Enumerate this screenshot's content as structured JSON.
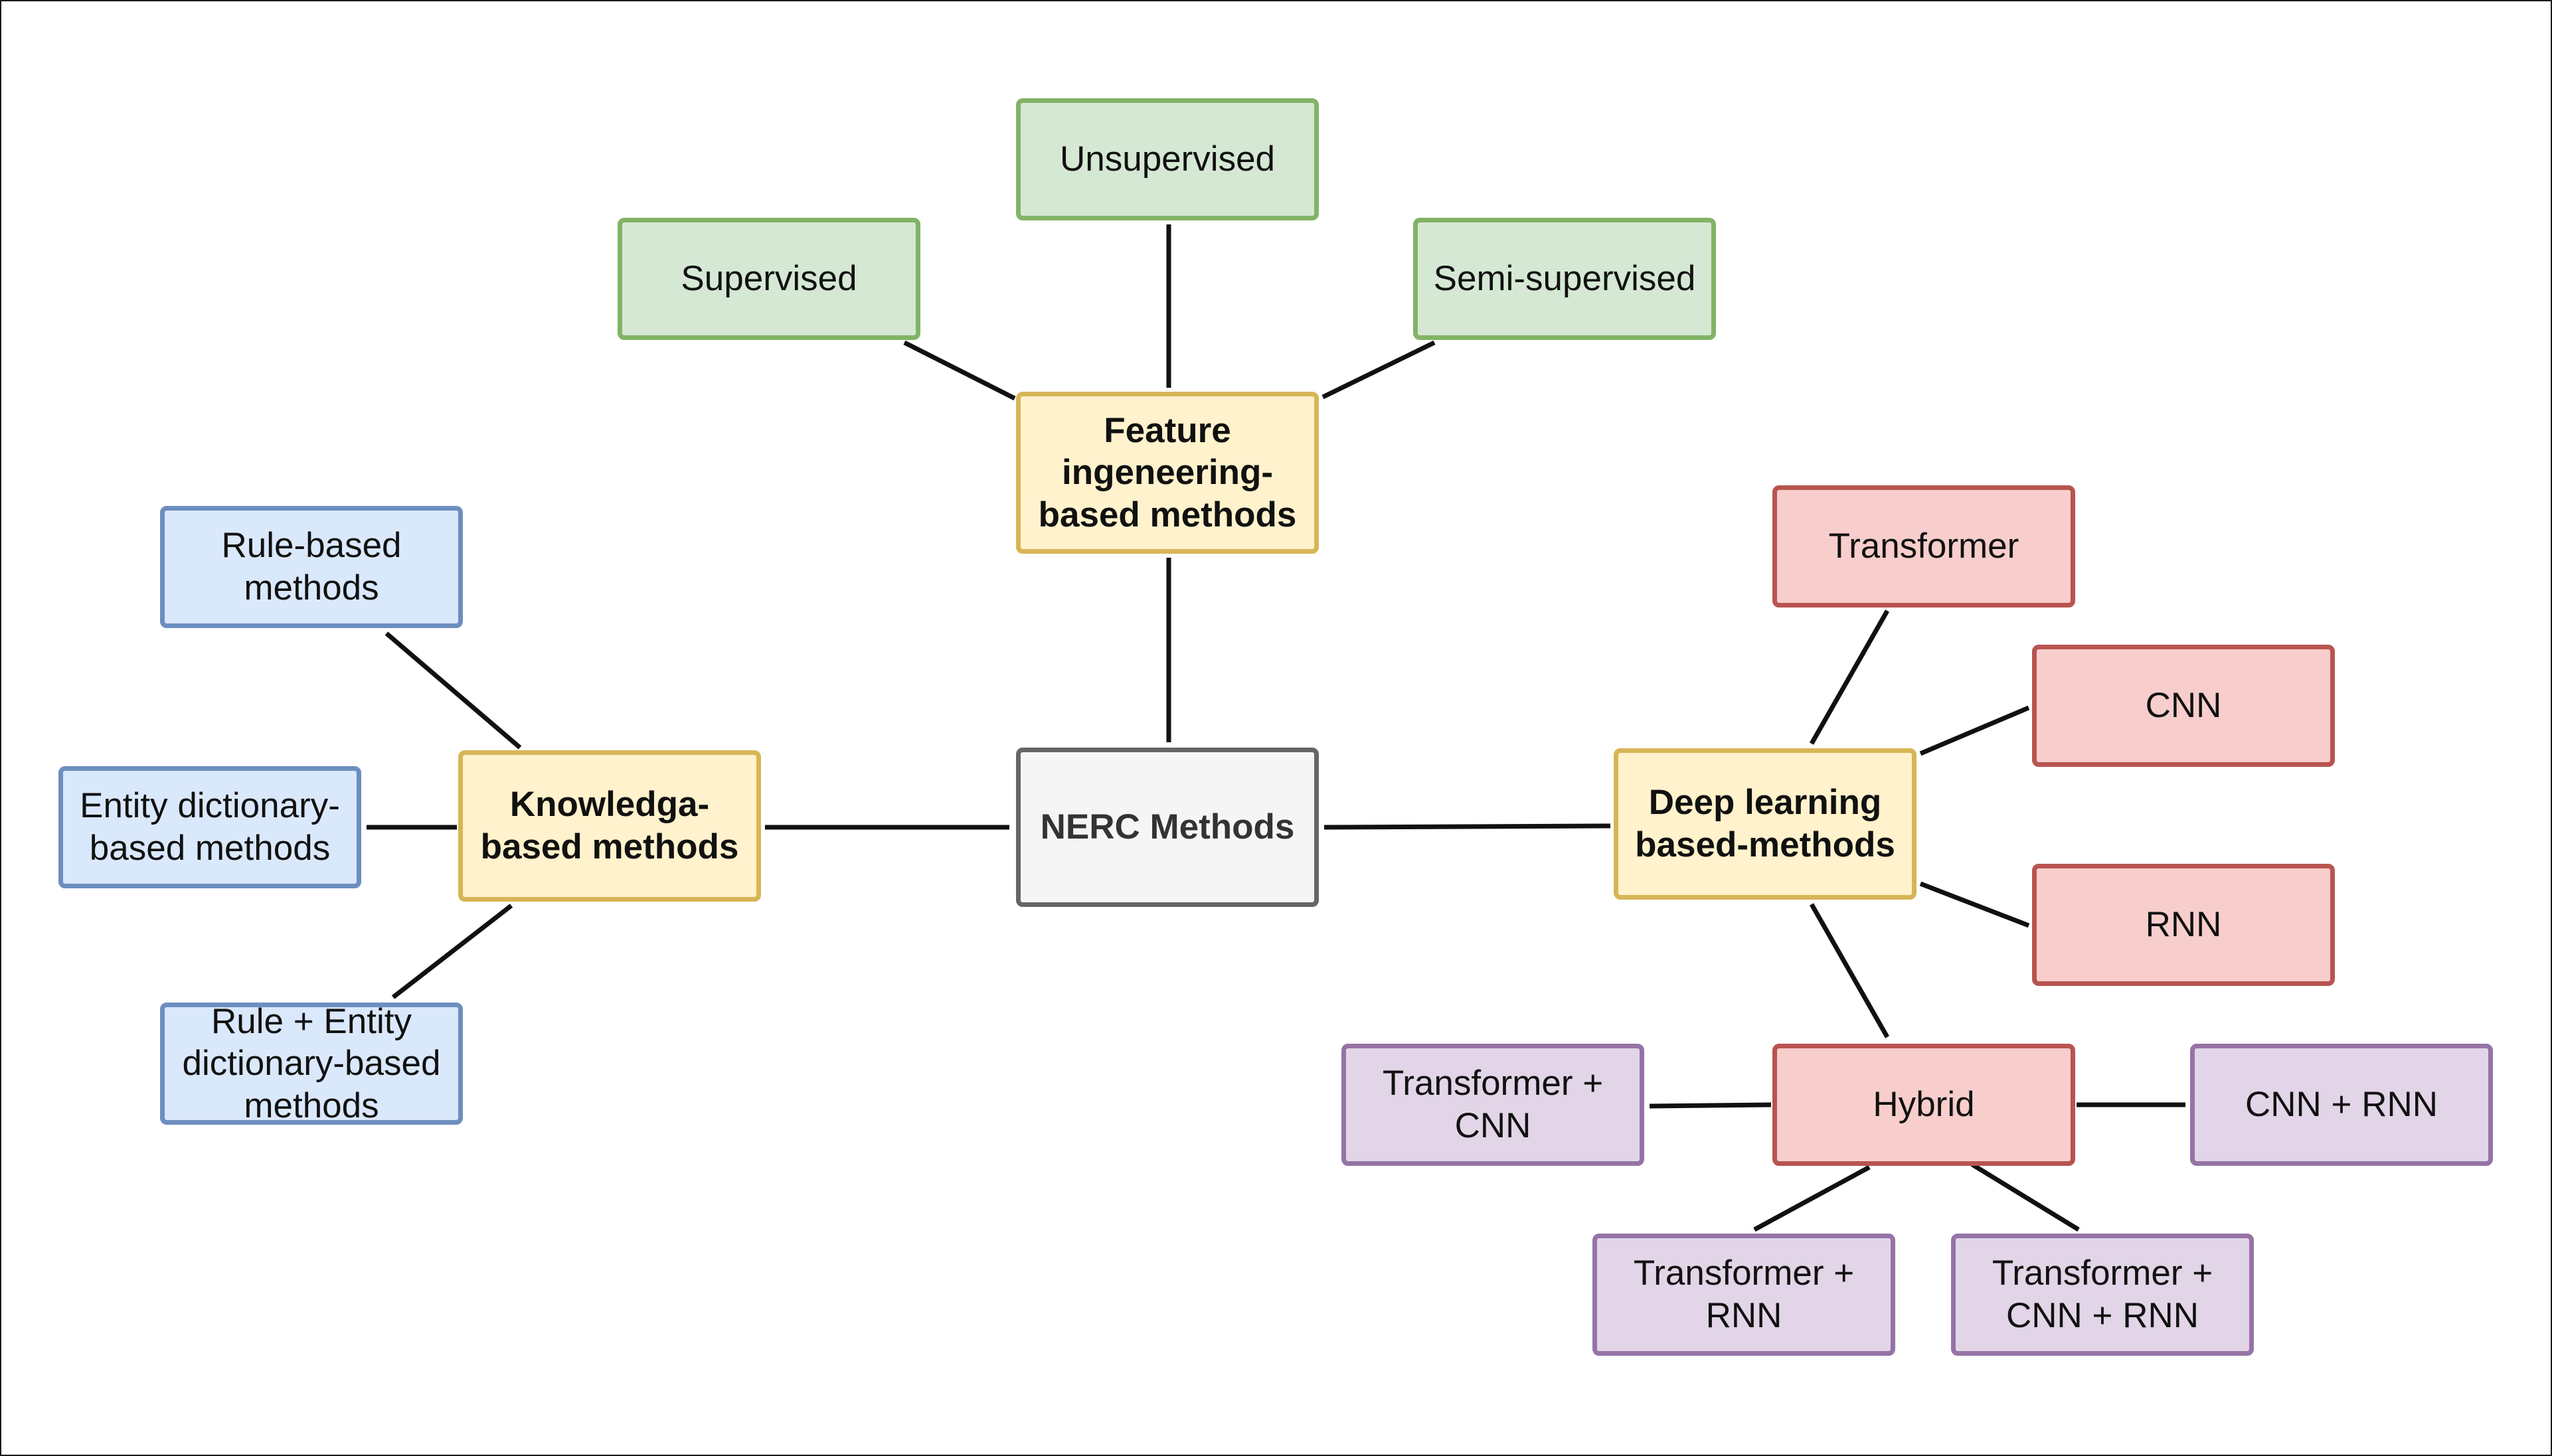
{
  "colors": {
    "yellow": {
      "fill": "#fff2cc",
      "stroke": "#d6b656"
    },
    "green": {
      "fill": "#d5e8d4",
      "stroke": "#82b366"
    },
    "blue": {
      "fill": "#dae8fc",
      "stroke": "#6c8ebf"
    },
    "red": {
      "fill": "#f8cecc",
      "stroke": "#b85450"
    },
    "purple": {
      "fill": "#e1d5e7",
      "stroke": "#9673a6"
    },
    "gray": {
      "fill": "#f5f5f5",
      "stroke": "#666666"
    },
    "arrow": "#111111"
  },
  "nodes": {
    "root": "NERC Methods",
    "feature": "Feature\ningeneering-\nbased methods",
    "knowledge": "Knowledga-\nbased methods",
    "deep": "Deep learning\nbased-methods",
    "supervised": "Supervised",
    "unsupervised": "Unsupervised",
    "semi": "Semi-supervised",
    "rule": "Rule-based\nmethods",
    "entity": "Entity dictionary-\nbased methods",
    "rule_entity": "Rule + Entity\ndictionary-based\nmethods",
    "transformer": "Transformer",
    "cnn": "CNN",
    "rnn": "RNN",
    "hybrid": "Hybrid",
    "t_cnn": "Transformer +\nCNN",
    "cnn_rnn": "CNN + RNN",
    "t_rnn": "Transformer +\nRNN",
    "t_cnn_rnn": "Transformer +\nCNN + RNN"
  }
}
